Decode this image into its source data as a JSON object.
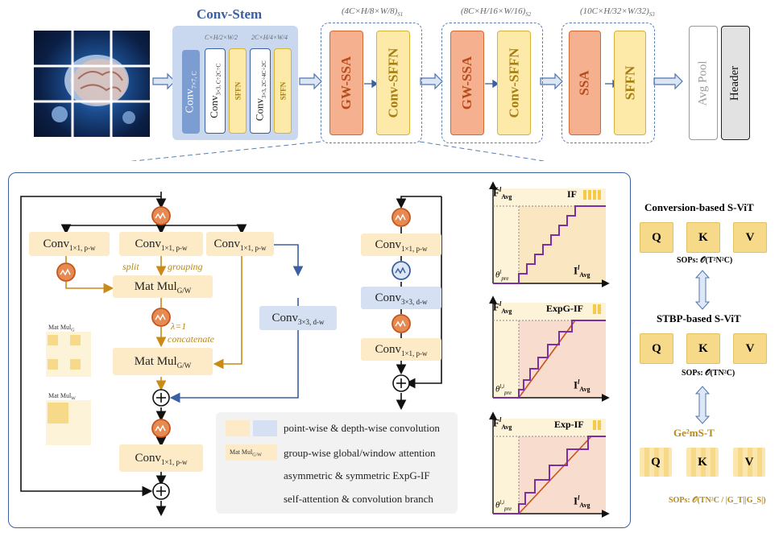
{
  "stem": {
    "title": "Conv-Stem",
    "conv_main": "Conv",
    "conv_main_sub": "7×7, C",
    "conv1": "Conv",
    "conv1_sub": "3×3, C÷2C÷C",
    "conv2": "Conv",
    "conv2_sub": "3×3, 2C÷4C÷2C",
    "sffn": "SFFN",
    "dim1": "C×H/2×W/2",
    "dim2": "2C×H/4×W/4"
  },
  "stages": [
    {
      "dim": "(4C×H/8×W/8)",
      "dim_sub": "S1",
      "blocks": [
        "GW-SSA",
        "Conv-SFFN"
      ]
    },
    {
      "dim": "(8C×H/16×W/16)",
      "dim_sub": "S2",
      "blocks": [
        "GW-SSA",
        "Conv-SFFN"
      ]
    },
    {
      "dim": "(10C×H/32×W/32)",
      "dim_sub": "S3",
      "blocks": [
        "SSA",
        "SFFN"
      ]
    }
  ],
  "head": {
    "avgpool": "Avg Pool",
    "header": "Header"
  },
  "detail": {
    "conv_pw": "Conv",
    "conv_pw_sub": "1×1, p-w",
    "conv_dw_sub": "3×3, d-w",
    "split": "split",
    "grouping": "grouping",
    "lambda": "λ=1",
    "concatenate": "concatenate",
    "matmul": "Mat Mul",
    "matmul_sub": "G/W",
    "matmul_g": "Mat Mul",
    "matmul_g_sub": "G",
    "matmul_w": "Mat Mul",
    "matmul_w_sub": "W"
  },
  "legend": {
    "item1": "point-wise & depth-wise convolution",
    "item2": "group-wise global/window attention",
    "item2_tag": "Mat Mul",
    "item2_tag_sub": "G/W",
    "item3": "asymmetric & symmetric ExpG-IF",
    "item4": "self-attention & convolution branch"
  },
  "plots": [
    {
      "title": "IF",
      "ylabel": "F̃",
      "ysup": "l",
      "ysub": "Avg",
      "xlabel": "I",
      "xsup": "l",
      "xsub": "Avg",
      "theta": "θ",
      "theta_sup": "l",
      "theta_sub": "pre"
    },
    {
      "title": "ExpG-IF",
      "ylabel": "F",
      "ysup": "l",
      "ysub": "Avg",
      "xlabel": "I",
      "xsup": "l",
      "xsub": "Avg",
      "theta": "θ",
      "theta_sup": "l,i",
      "theta_sub": "pre"
    },
    {
      "title": "Exp-IF",
      "ylabel": "F",
      "ysup": "l",
      "ysub": "Avg",
      "xlabel": "I",
      "xsup": "l",
      "xsub": "Avg",
      "theta": "θ",
      "theta_sup": "l,i",
      "theta_sub": "pre"
    }
  ],
  "compare": {
    "m1": "Conversion-based S-ViT",
    "m1_sops": "SOPs: 𝒪(T²N²C)",
    "m2": "STBP-based S-ViT",
    "m2_sops": "SOPs: 𝒪(TN²C)",
    "m3": "Ge²mS-T",
    "m3_sops": "SOPs: 𝒪(TN²C / |G_T||G_S|)",
    "q": "Q",
    "k": "K",
    "v": "V"
  },
  "colors": {
    "accent_blue": "#3b5fa0",
    "orange": "#d4682f",
    "gold": "#b7891c"
  }
}
